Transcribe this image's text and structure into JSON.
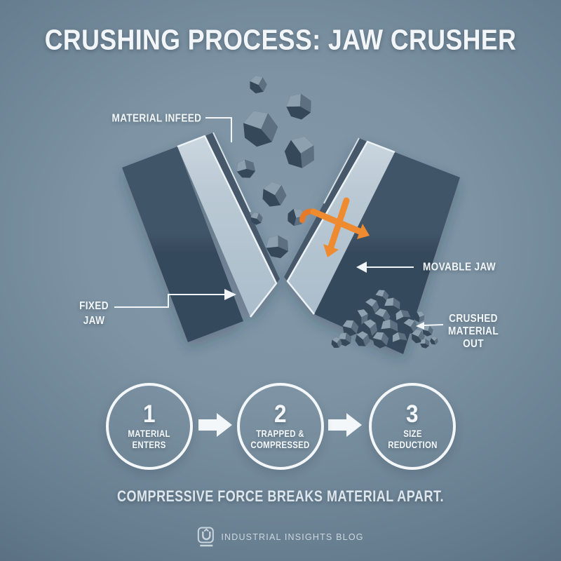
{
  "title": "CRUSHING PROCESS: JAW CRUSHER",
  "diagram": {
    "infeed_label": "MATERIAL INFEED",
    "fixed_jaw_label": "FIXED\nJAW",
    "movable_jaw_label": "MOVABLE JAW",
    "crushed_out_label": "CRUSHED\nMATERIAL\nOUT"
  },
  "steps": [
    {
      "number": "1",
      "label": "MATERIAL\nENTERS"
    },
    {
      "number": "2",
      "label": "TRAPPED &\nCOMPRESSED"
    },
    {
      "number": "3",
      "label": "SIZE\nREDUCTION"
    }
  ],
  "tagline": "COMPRESSIVE FORCE BREAKS MATERIAL APART.",
  "footer": {
    "brand": "INDUSTRIAL INSIGHTS BLOG"
  },
  "colors": {
    "accent_orange": "#ee8a2f",
    "background_center": "#7f97a7",
    "background_edge": "#45596b",
    "jaw_dark_upper": "#405468",
    "jaw_dark_lower": "#36495c",
    "jaw_plate": "#b9c7d3",
    "line_white": "#f2f6f8"
  }
}
